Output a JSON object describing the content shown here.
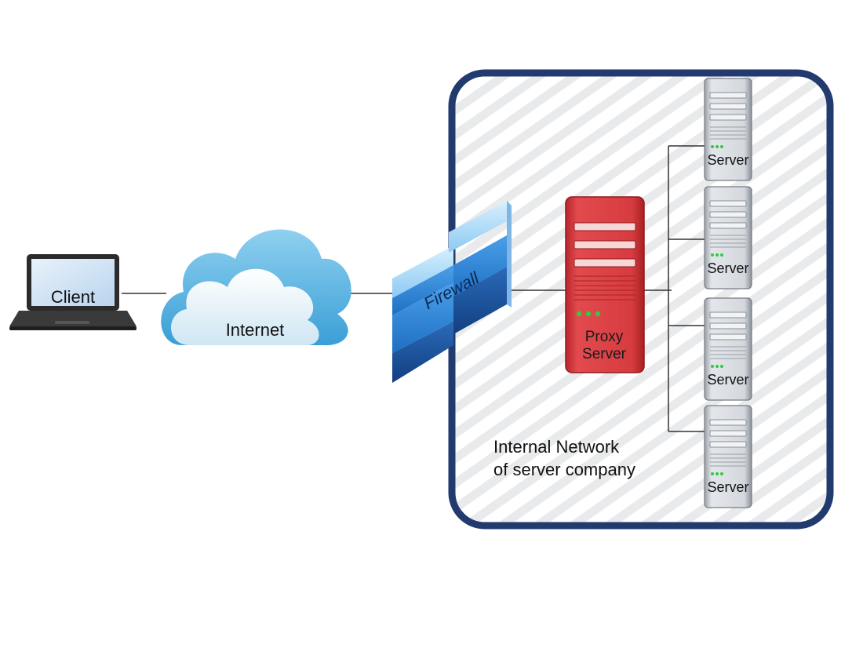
{
  "diagram": {
    "client": {
      "label": "Client"
    },
    "internet": {
      "label": "Internet"
    },
    "firewall": {
      "label": "Firewall"
    },
    "proxy": {
      "label_line1": "Proxy",
      "label_line2": "Server"
    },
    "internal_network": {
      "label_line1": "Internal Network",
      "label_line2": "of server company"
    },
    "servers": [
      {
        "label": "Server"
      },
      {
        "label": "Server"
      },
      {
        "label": "Server"
      },
      {
        "label": "Server"
      }
    ]
  },
  "colors": {
    "network_border": "#223a6e",
    "proxy_red": "#d63b3f",
    "cloud_blue": "#5cb3df",
    "firewall_blue": "#1f6fc4",
    "server_gray": "#c9cdd3",
    "led_green": "#2ecc40",
    "line": "#333333"
  }
}
